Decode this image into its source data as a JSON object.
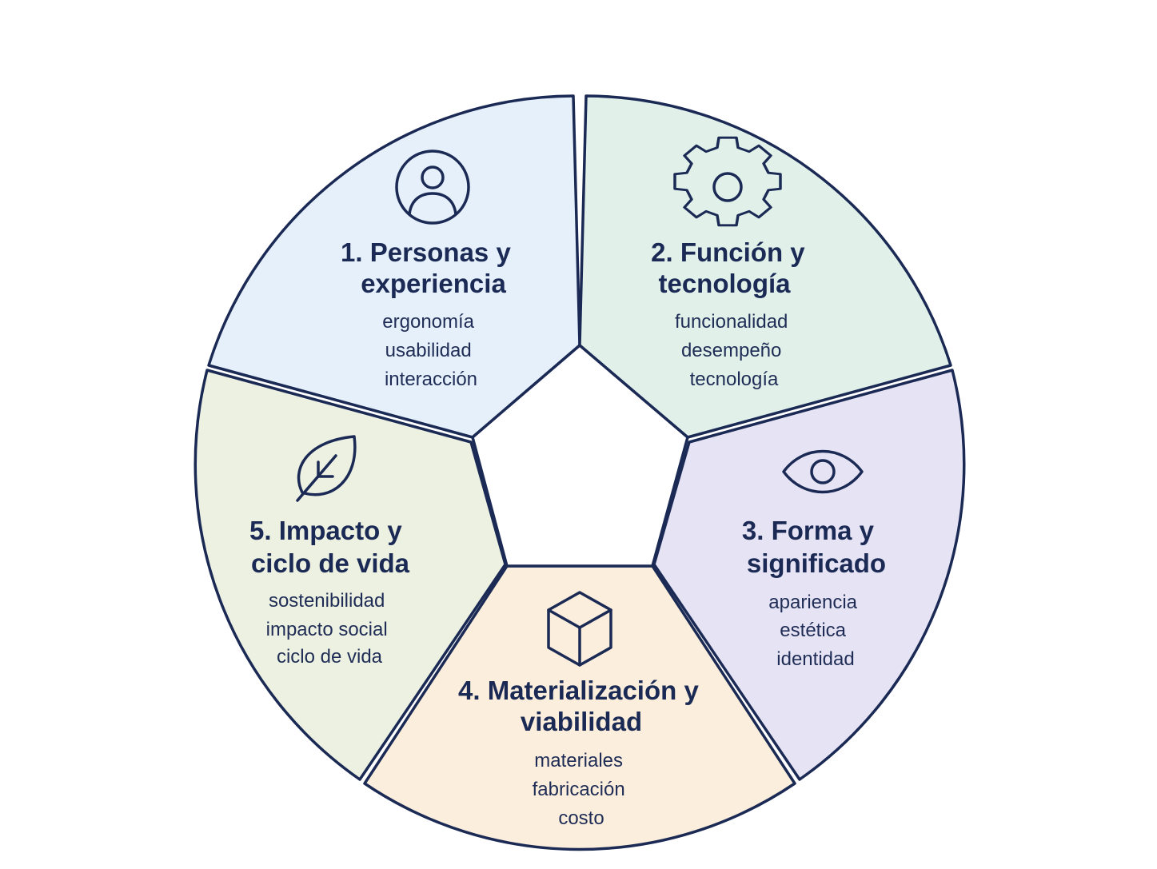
{
  "segments": [
    {
      "id": "personas",
      "title_lines": [
        "1. Personas y",
        "experiencia"
      ],
      "items": [
        "ergonomía",
        "usabilidad",
        "interacción"
      ],
      "icon": "user-circle-icon",
      "color": "#e6f0fb"
    },
    {
      "id": "funcion",
      "title_lines": [
        "2. Función y",
        "tecnología"
      ],
      "items": [
        "funcionalidad",
        "desempeño",
        "tecnología"
      ],
      "icon": "gear-icon",
      "color": "#e1f1ea"
    },
    {
      "id": "forma",
      "title_lines": [
        "3. Forma y",
        "significado"
      ],
      "items": [
        "apariencia",
        "estética",
        "identidad"
      ],
      "icon": "eye-icon",
      "color": "#e6e4f4"
    },
    {
      "id": "materializacion",
      "title_lines": [
        "4. Materialización y",
        "viabilidad"
      ],
      "items": [
        "materiales",
        "fabricación",
        "costo"
      ],
      "icon": "cube-icon",
      "color": "#fbeedc"
    },
    {
      "id": "impacto",
      "title_lines": [
        "5. Impacto y",
        "ciclo de vida"
      ],
      "items": [
        "sostenibilidad",
        "impacto social",
        "ciclo de vida"
      ],
      "icon": "leaf-icon",
      "color": "#edf1e2"
    }
  ],
  "colors": {
    "outline": "#1b2a55",
    "background": "#ffffff"
  }
}
